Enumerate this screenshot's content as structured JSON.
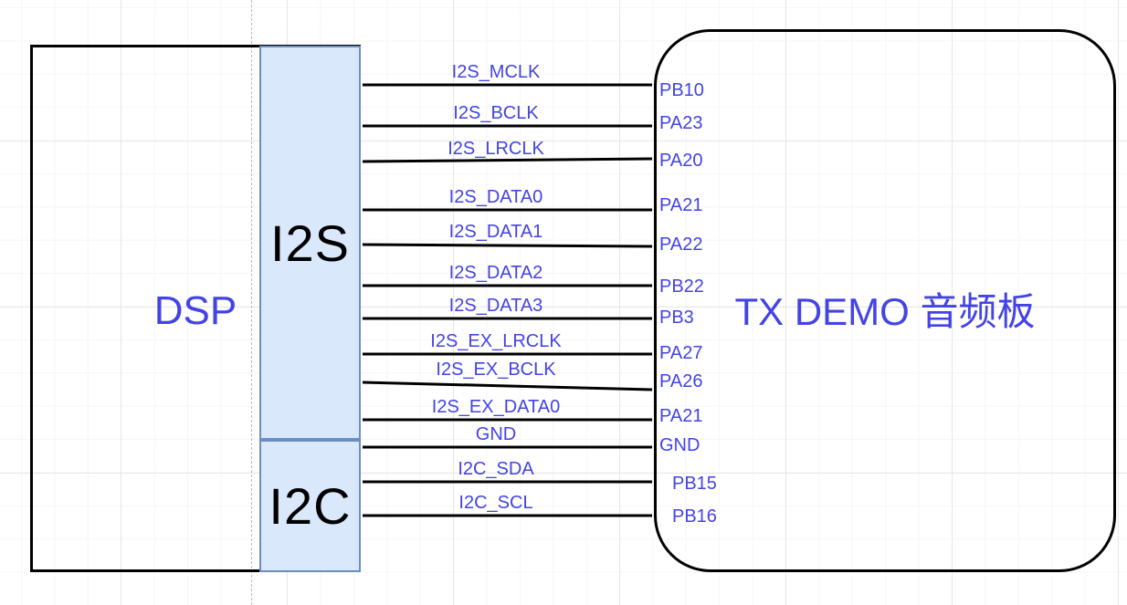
{
  "diagram": {
    "dsp_block": {
      "label": "DSP"
    },
    "interface_blocks": {
      "i2s_label": "I2S",
      "i2c_label": "I2C"
    },
    "board_block": {
      "label": "TX DEMO 音频板"
    },
    "connections": [
      {
        "signal": "I2S_MCLK",
        "pin": "PB10"
      },
      {
        "signal": "I2S_BCLK",
        "pin": "PA23"
      },
      {
        "signal": "I2S_LRCLK",
        "pin": "PA20"
      },
      {
        "signal": "I2S_DATA0",
        "pin": "PA21"
      },
      {
        "signal": "I2S_DATA1",
        "pin": "PA22"
      },
      {
        "signal": "I2S_DATA2",
        "pin": "PB22"
      },
      {
        "signal": "I2S_DATA3",
        "pin": "PB3"
      },
      {
        "signal": "I2S_EX_LRCLK",
        "pin": "PA27"
      },
      {
        "signal": "I2S_EX_BCLK",
        "pin": "PA26"
      },
      {
        "signal": "I2S_EX_DATA0",
        "pin": "PA21"
      },
      {
        "signal": "GND",
        "pin": "GND"
      },
      {
        "signal": "I2C_SDA",
        "pin": "PB15"
      },
      {
        "signal": "I2C_SCL",
        "pin": "PB16"
      }
    ],
    "colors": {
      "wire": "#000000",
      "blue_text": "#4343e6",
      "block_fill": "#dae8fc",
      "block_stroke": "#6c8ebf",
      "box_stroke": "#000000"
    }
  }
}
